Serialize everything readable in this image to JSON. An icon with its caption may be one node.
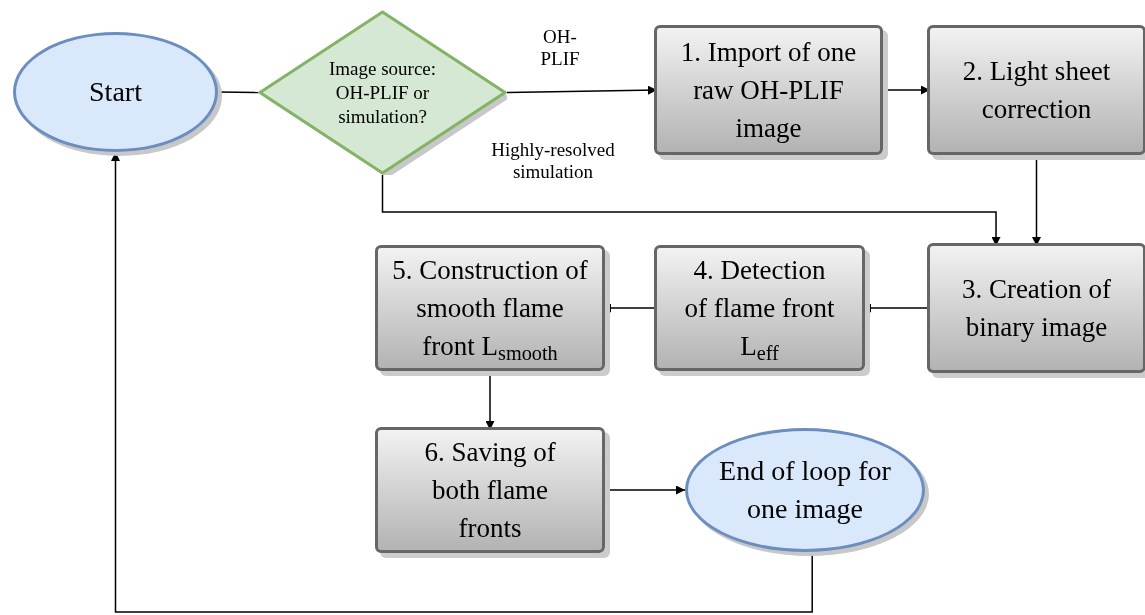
{
  "diagram": {
    "nodes": [
      {
        "text": [
          "Start"
        ]
      },
      {
        "text": [
          "Image source: OH-PLIF or simulation?"
        ]
      },
      {
        "text": [
          "1. Import of one raw OH-PLIF image"
        ]
      },
      {
        "text": [
          "2. Light sheet correction"
        ]
      },
      {
        "text": [
          "3. Creation of binary image"
        ]
      },
      {
        "text": [
          "4. Detection of flame front L$_{eff}$"
        ]
      },
      {
        "text": [
          "5. Construction of smooth flame front L$_{smooth}$"
        ]
      },
      {
        "text": [
          "6. Saving of both flame fronts"
        ]
      },
      {
        "text": [
          "End of loop for one image"
        ]
      }
    ],
    "edges": [
      {
        "from": 0,
        "to": 1,
        "arrow": "none"
      },
      {
        "from": 1,
        "to": 2,
        "arrow": "to",
        "label": "OH-PLIF"
      },
      {
        "from": 1,
        "to": 4,
        "arrow": "to",
        "label": "Highly-resolved simulation"
      },
      {
        "from": 2,
        "to": 3,
        "arrow": "to"
      },
      {
        "from": 3,
        "to": 4,
        "arrow": "to"
      },
      {
        "from": 4,
        "to": 5,
        "arrow": "to"
      },
      {
        "from": 5,
        "to": 6,
        "arrow": "to"
      },
      {
        "from": 6,
        "to": 7,
        "arrow": "to"
      },
      {
        "from": 7,
        "to": 8,
        "arrow": "to"
      },
      {
        "from": 8,
        "to": 0,
        "arrow": "to"
      }
    ]
  }
}
